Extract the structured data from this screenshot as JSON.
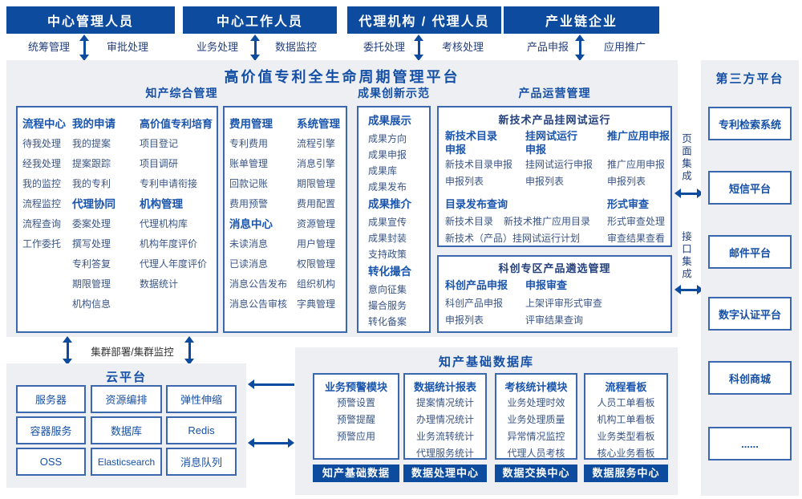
{
  "colors": {
    "primary": "#0d4b9e",
    "accent": "#1550a6",
    "group_title": "#1a55ad",
    "item": "#3a5586",
    "panel_bg": "#edeff3",
    "box_border": "#3a67ad"
  },
  "top_roles": [
    {
      "title": "中心管理人员",
      "left": "统筹管理",
      "right": "审批处理"
    },
    {
      "title": "中心工作人员",
      "left": "业务处理",
      "right": "数据监控"
    },
    {
      "title": "代理机构 / 代理人员",
      "left": "委托处理",
      "right": "考核处理"
    },
    {
      "title": "产业链企业",
      "left": "产品申报",
      "right": "应用推广"
    }
  ],
  "platform": {
    "title": "高价值专利全生命周期管理平台"
  },
  "knowledge": {
    "title": "知产综合管理",
    "boxA": {
      "cols": [
        {
          "groups": [
            {
              "title": "流程中心",
              "items": [
                "待我处理",
                "经我处理",
                "我的监控",
                "流程监控",
                "流程查询",
                "工作委托"
              ]
            }
          ]
        },
        {
          "groups": [
            {
              "title": "我的申请",
              "items": [
                "我的提案",
                "提案跟踪",
                "我的专利"
              ]
            },
            {
              "title": "代理协同",
              "items": [
                "委案处理",
                "撰写处理",
                "专利答复",
                "期限管理",
                "机构信息"
              ]
            }
          ]
        },
        {
          "groups": [
            {
              "title": "高价值专利培育",
              "items": [
                "项目登记",
                "项目调研",
                "专利申请衔接"
              ]
            },
            {
              "title": "机构管理",
              "items": [
                "代理机构库",
                "机构年度评价",
                "代理人年度评价",
                "数据统计"
              ]
            }
          ]
        }
      ]
    },
    "boxB": {
      "cols": [
        {
          "groups": [
            {
              "title": "费用管理",
              "items": [
                "专利费用",
                "账单管理",
                "回款记账",
                "费用预警"
              ]
            },
            {
              "title": "消息中心",
              "items": [
                "未读消息",
                "已读消息",
                "消息公告发布",
                "消息公告审核"
              ]
            }
          ]
        },
        {
          "groups": [
            {
              "title": "系统管理",
              "items": [
                "流程引擎",
                "消息引擎",
                "期限管理",
                "费用配置",
                "资源管理",
                "用户管理",
                "权限管理",
                "组织机构",
                "字典管理"
              ]
            }
          ]
        }
      ]
    }
  },
  "achievements": {
    "title": "成果创新示范",
    "groups": [
      {
        "title": "成果展示",
        "items": [
          "成果方向",
          "成果申报",
          "成果库",
          "成果发布"
        ]
      },
      {
        "title": "成果推介",
        "items": [
          "成果宣传",
          "成果封装",
          "支持政策"
        ]
      },
      {
        "title": "转化撮合",
        "items": [
          "意向征集",
          "撮合服务",
          "转化备案"
        ]
      }
    ]
  },
  "product": {
    "title": "产品运营管理",
    "trial": {
      "subtitle": "新技术产品挂网试运行",
      "cols": [
        {
          "title": "新技术目录申报",
          "items": [
            "新技术目录申报",
            "申报列表"
          ]
        },
        {
          "title": "挂网试运行申报",
          "items": [
            "挂网试运行申报",
            "申报列表"
          ]
        },
        {
          "title": "推广应用申报",
          "items": [
            "推广应用申报",
            "申报列表"
          ]
        }
      ],
      "catalog": {
        "title": "目录发布查询",
        "row1a": "新技术目录",
        "row1b": "新技术推广应用目录",
        "row2": "新技术（产品）挂网试运行计划"
      },
      "review": {
        "title": "形式审查",
        "items": [
          "形式审查处理",
          "审查结果查看"
        ]
      }
    },
    "selection": {
      "subtitle": "科创专区产品遴选管理",
      "cols": [
        {
          "title": "科创产品申报",
          "items": [
            "科创产品申报",
            "申报列表"
          ]
        },
        {
          "title": "申报审查",
          "items": [
            "上架评审形式审查",
            "评审结果查询"
          ]
        }
      ]
    }
  },
  "third_party": {
    "title": "第三方平台",
    "items": [
      "专利检索系统",
      "短信平台",
      "邮件平台",
      "数字认证平台",
      "科创商城",
      "......"
    ]
  },
  "integration": {
    "page": "页面集成",
    "api": "接口集成"
  },
  "cloud": {
    "title": "云平台",
    "cluster": "集群部署/集群监控",
    "cells": [
      "服务器",
      "资源编排",
      "弹性伸缩",
      "容器服务",
      "数据库",
      "Redis",
      "OSS",
      "Elasticsearch",
      "消息队列"
    ]
  },
  "database": {
    "title": "知产基础数据库",
    "modules": [
      {
        "title": "业务预警模块",
        "items": [
          "预警设置",
          "预警提醒",
          "预警应用"
        ],
        "footer": "知产基础数据"
      },
      {
        "title": "数据统计报表",
        "items": [
          "提案情况统计",
          "办理情况统计",
          "业务流转统计",
          "代理服务统计"
        ],
        "footer": "数据处理中心"
      },
      {
        "title": "考核统计模块",
        "items": [
          "业务处理时效",
          "业务处理质量",
          "异常情况监控",
          "代理人员考核"
        ],
        "footer": "数据交换中心"
      },
      {
        "title": "流程看板",
        "items": [
          "人员工单看板",
          "机构工单看板",
          "业务类型看板",
          "核心业务看板"
        ],
        "footer": "数据服务中心"
      }
    ]
  }
}
